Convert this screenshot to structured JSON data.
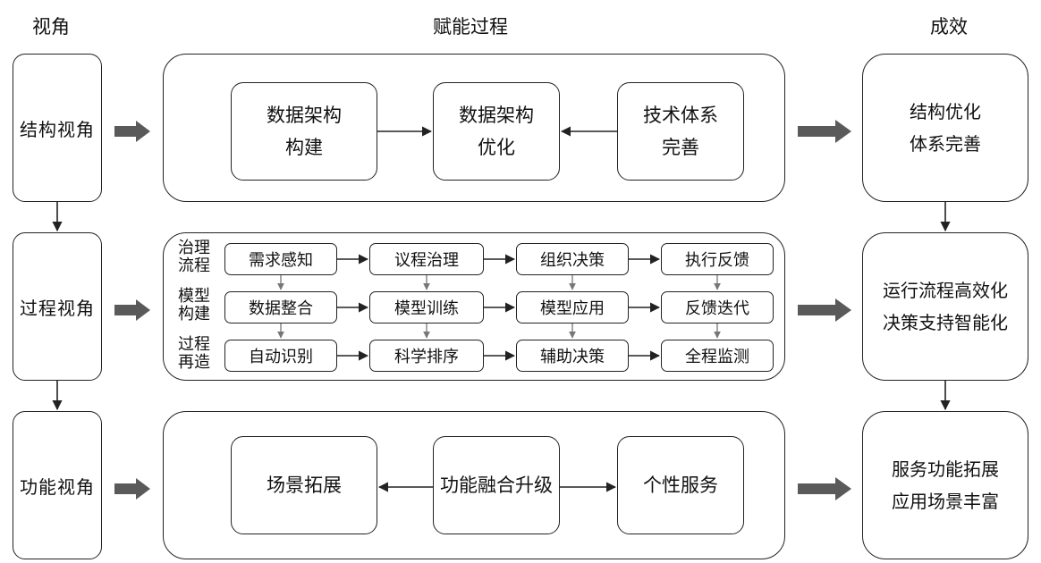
{
  "headers": {
    "perspective": "视角",
    "process": "赋能过程",
    "effect": "成效"
  },
  "perspectives": [
    "结构视角",
    "过程视角",
    "功能视角"
  ],
  "structure": {
    "box1": [
      "数据架构",
      "构建"
    ],
    "box2": [
      "数据架构",
      "优化"
    ],
    "box3": [
      "技术体系",
      "完善"
    ]
  },
  "process": {
    "row_labels": [
      [
        "治理",
        "流程"
      ],
      [
        "模型",
        "构建"
      ],
      [
        "过程",
        "再造"
      ]
    ],
    "rows": [
      [
        "需求感知",
        "议程治理",
        "组织决策",
        "执行反馈"
      ],
      [
        "数据整合",
        "模型训练",
        "模型应用",
        "反馈迭代"
      ],
      [
        "自动识别",
        "科学排序",
        "辅助决策",
        "全程监测"
      ]
    ]
  },
  "function": {
    "left": "场景拓展",
    "center": "功能融合升级",
    "right": "个性服务"
  },
  "effects": [
    [
      "结构优化",
      "体系完善"
    ],
    [
      "运行流程高效化",
      "决策支持智能化"
    ],
    [
      "服务功能拓展",
      "应用场景丰富"
    ]
  ]
}
